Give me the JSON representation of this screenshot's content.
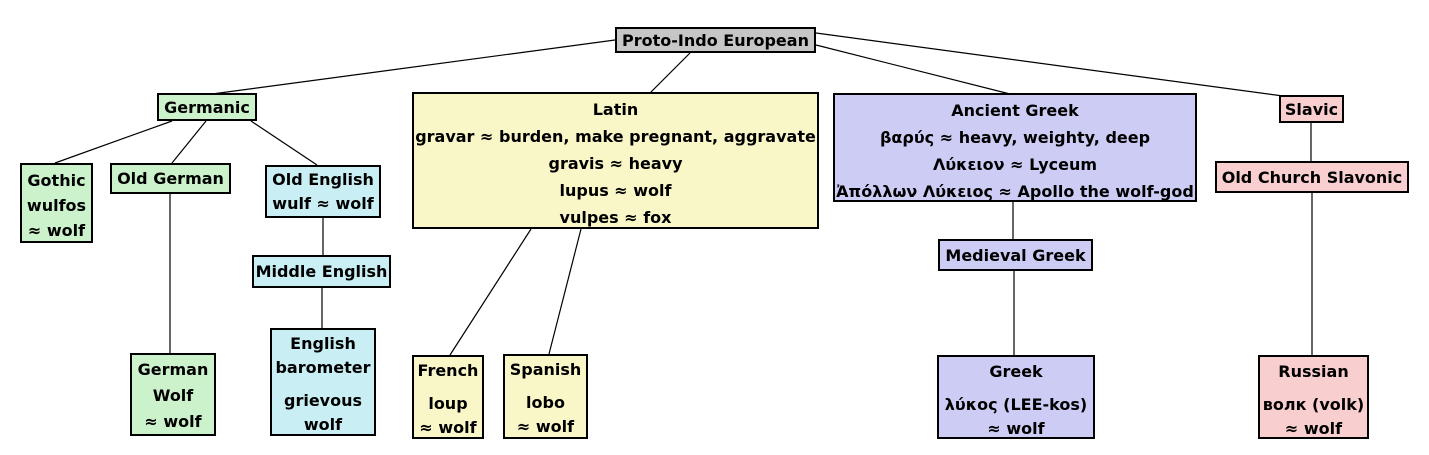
{
  "diagram_title": "Proto-Indo European etymology tree (wolf / heavy cognates)",
  "palette": {
    "gray": "#C6C6C6",
    "green": "#CCF2CC",
    "cyan": "#C9EFF5",
    "yellow": "#F9F6C8",
    "lavender": "#CCCCF5",
    "pink": "#F8CECE"
  },
  "nodes": {
    "pie": {
      "color": "gray",
      "lines": [
        "Proto-Indo European"
      ]
    },
    "germanic": {
      "color": "green",
      "lines": [
        "Germanic"
      ]
    },
    "gothic": {
      "color": "green",
      "lines": [
        "Gothic",
        "wulfos",
        "≈ wolf"
      ]
    },
    "old_german": {
      "color": "green",
      "lines": [
        "Old German"
      ]
    },
    "old_english": {
      "color": "cyan",
      "lines": [
        "Old English",
        "wulf ≈ wolf"
      ]
    },
    "middle_english": {
      "color": "cyan",
      "lines": [
        "Middle English"
      ]
    },
    "german": {
      "color": "green",
      "lines": [
        "German",
        "Wolf",
        "≈ wolf"
      ]
    },
    "english": {
      "color": "cyan",
      "lines": [
        "English",
        "barometer",
        "grievous",
        "wolf"
      ]
    },
    "latin": {
      "color": "yellow",
      "lines": [
        "Latin",
        "gravar ≈ burden, make pregnant, aggravate",
        "gravis ≈ heavy",
        "lupus ≈ wolf",
        "vulpes ≈ fox"
      ]
    },
    "french": {
      "color": "yellow",
      "lines": [
        "French",
        "loup",
        "≈ wolf"
      ]
    },
    "spanish": {
      "color": "yellow",
      "lines": [
        "Spanish",
        "lobo",
        "≈ wolf"
      ]
    },
    "ancient_greek": {
      "color": "lavender",
      "lines": [
        "Ancient Greek",
        "βαρύς ≈ heavy, weighty, deep",
        "Λύκειον ≈ Lyceum",
        "Ἀπόλλων Λύκειος ≈ Apollo the wolf-god"
      ]
    },
    "medieval_greek": {
      "color": "lavender",
      "lines": [
        "Medieval Greek"
      ]
    },
    "greek": {
      "color": "lavender",
      "lines": [
        "Greek",
        "λύκος (LEE-kos)",
        "≈ wolf"
      ]
    },
    "slavic": {
      "color": "pink",
      "lines": [
        "Slavic"
      ]
    },
    "old_church_slavonic": {
      "color": "pink",
      "lines": [
        "Old Church Slavonic"
      ]
    },
    "russian": {
      "color": "pink",
      "lines": [
        "Russian",
        "волк (volk)",
        "≈ wolf"
      ]
    }
  }
}
